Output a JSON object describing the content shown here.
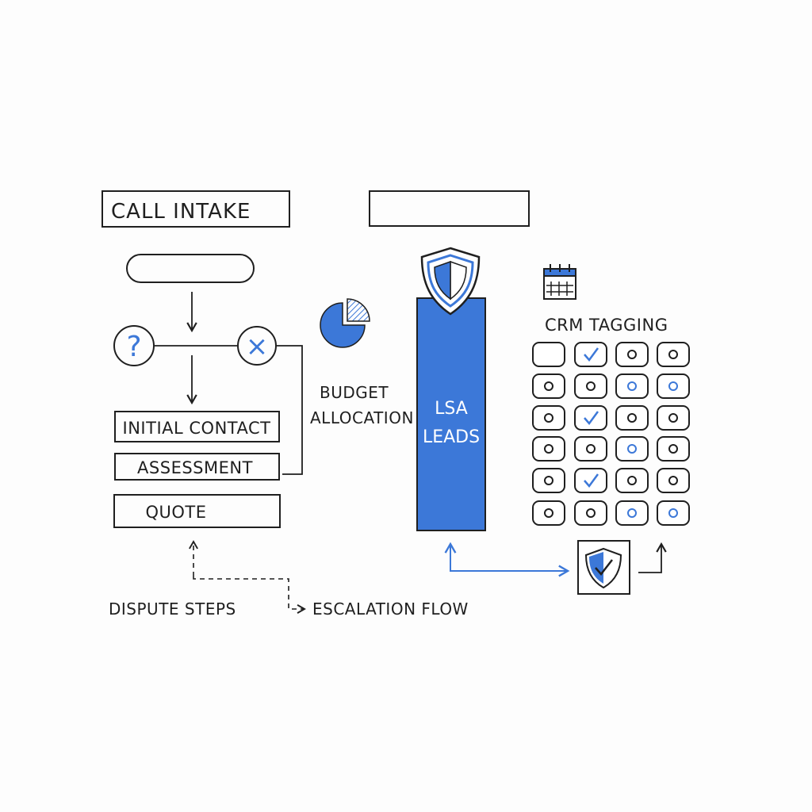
{
  "title": "CALL INTAKE",
  "flow": {
    "question_symbol": "?",
    "reject_symbol": "×",
    "steps": [
      "INITIAL CONTACT",
      "ASSESSMENT",
      "QUOTE"
    ],
    "dispute_label": "DISPUTE STEPS",
    "escalation_label": "ESCALATION FLOW"
  },
  "budget": {
    "line1": "BUDGET",
    "line2": "ALLOCATION",
    "icon": "pie-chart-icon"
  },
  "lsa": {
    "line1": "LSA",
    "line2": "LEADS",
    "icon": "shield-icon"
  },
  "crm": {
    "label": "CRM TAGGING",
    "icon": "calendar-icon",
    "grid": [
      [
        "empty",
        "check",
        "dot",
        "dot"
      ],
      [
        "dot",
        "dot",
        "dot-blue",
        "dot-blue"
      ],
      [
        "dot",
        "check",
        "dot",
        "dot"
      ],
      [
        "dot",
        "dot",
        "dot-blue",
        "dot"
      ],
      [
        "dot",
        "check",
        "dot",
        "dot"
      ],
      [
        "dot",
        "dot",
        "dot-blue",
        "dot-blue"
      ]
    ]
  },
  "colors": {
    "accent": "#3c78d8",
    "accent_light": "#a9c6f0",
    "ink": "#1f1f1f",
    "background": "#fdfdfd"
  }
}
